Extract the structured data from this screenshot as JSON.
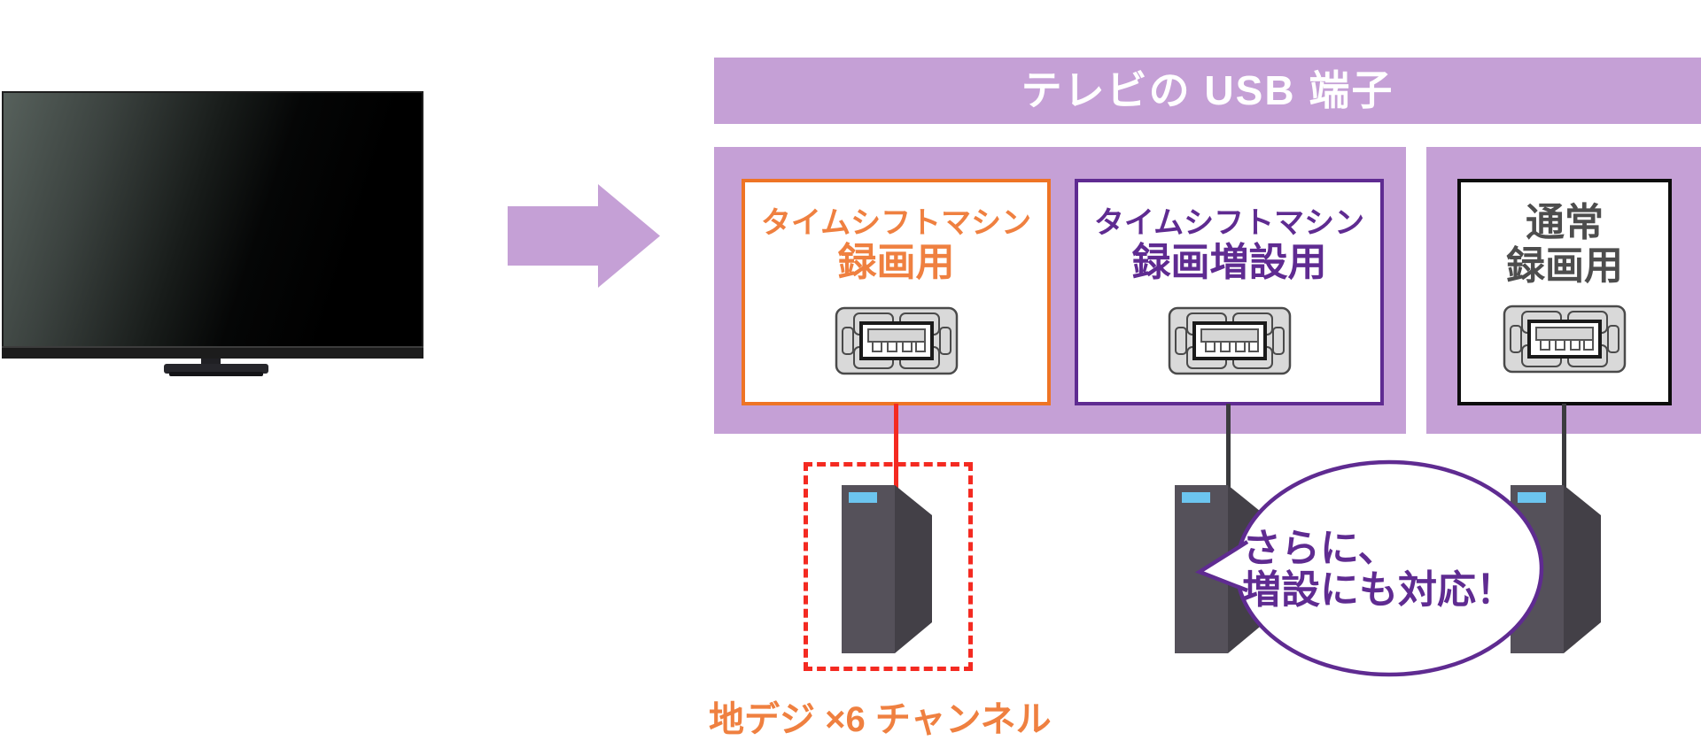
{
  "banner": {
    "label": "テレビの USB 端子"
  },
  "ports": [
    {
      "id": "timeshift-recording",
      "line1": "タイムシフトマシン",
      "line2": "録画用",
      "accent": "#ee7425"
    },
    {
      "id": "timeshift-expansion",
      "line1": "タイムシフトマシン",
      "line2": "録画増設用",
      "accent": "#5f2b91"
    },
    {
      "id": "normal-recording",
      "line1": "通常",
      "line2": "録画用",
      "accent": "#0d0d0d"
    }
  ],
  "bubble": {
    "line1": "さらに、",
    "line2": "増設にも対応！"
  },
  "caption": {
    "text": "地デジ ×6 チャンネル"
  },
  "colors": {
    "panel_purple": "#c5a0d6",
    "dark_purple": "#5f2b91",
    "orange": "#ee7425",
    "orange_text": "#ef8040",
    "red": "#f42a21",
    "gray_text": "#4d4d4d",
    "hdd_front": "#55515a",
    "hdd_side": "#434047",
    "hdd_led": "#6cc5ef"
  }
}
